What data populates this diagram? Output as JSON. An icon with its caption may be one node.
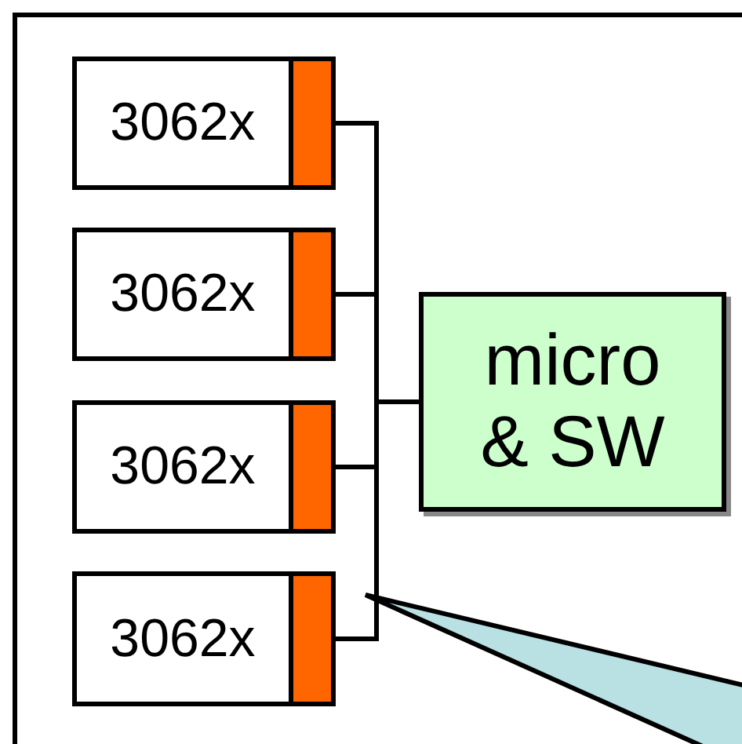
{
  "diagram": {
    "nodes": [
      {
        "text": [],
        "shape": "box"
      },
      {
        "text": [
          "3062x"
        ],
        "in": 0
      },
      {
        "text": [
          "3062x"
        ],
        "in": 0
      },
      {
        "text": [
          "3062x"
        ],
        "in": 0
      },
      {
        "text": [
          "3062x"
        ],
        "in": 0
      },
      {
        "text": [
          "micro & SW"
        ],
        "in": 0
      },
      {
        "text": [],
        "shape": "callout",
        "in": 0
      }
    ],
    "edges": [
      {
        "from": 1,
        "to": 5,
        "arrow": "none"
      },
      {
        "from": 2,
        "to": 5,
        "arrow": "none"
      },
      {
        "from": 3,
        "to": 5,
        "arrow": "none"
      },
      {
        "from": 4,
        "to": 5,
        "arrow": "none"
      }
    ]
  }
}
